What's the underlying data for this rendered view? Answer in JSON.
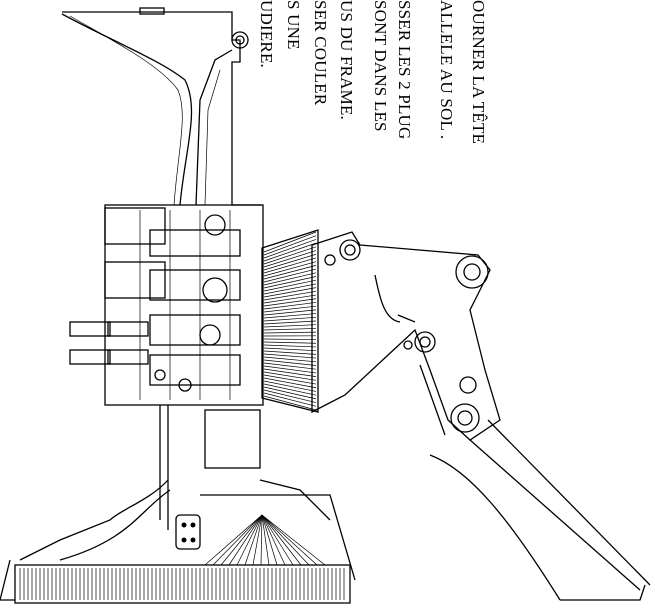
{
  "notes": [
    "OURNER LA TÊTE",
    "ALLELE AU SOL .",
    "SSER LES 2 PLUG",
    "SONT DANS LES",
    "US DU FRAME.",
    "SER COULER",
    "S UNE",
    "UDIERE."
  ]
}
